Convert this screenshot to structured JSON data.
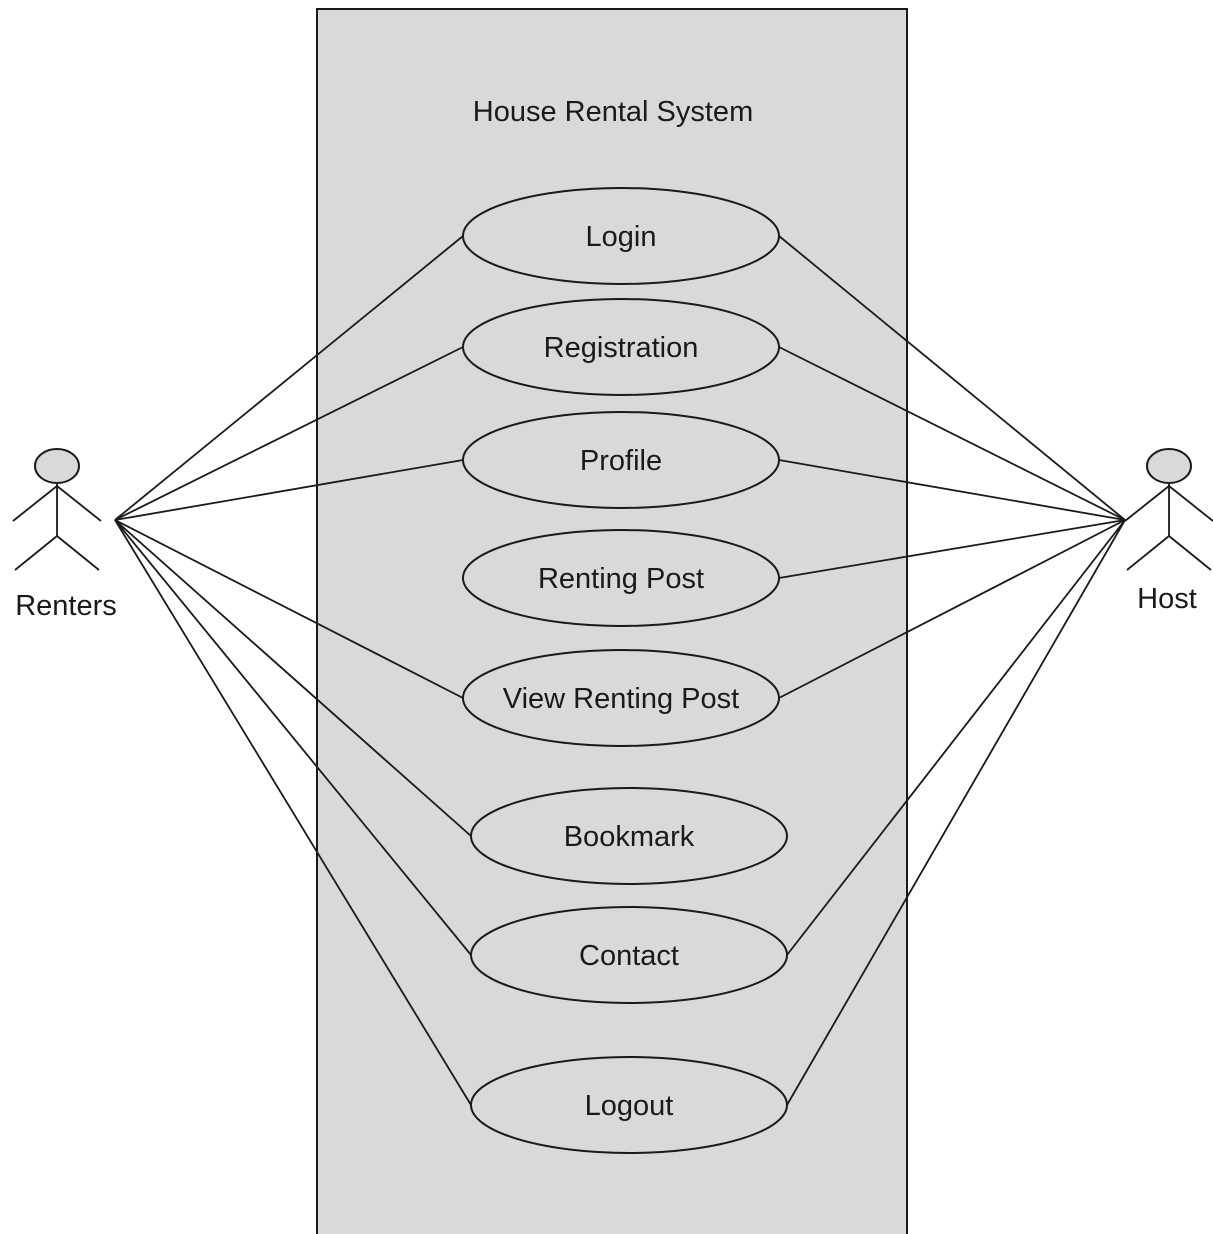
{
  "system": {
    "title": "House Rental System"
  },
  "actors": [
    {
      "id": "renters",
      "label": "Renters"
    },
    {
      "id": "host",
      "label": "Host"
    }
  ],
  "use_cases": [
    {
      "id": "login",
      "label": "Login"
    },
    {
      "id": "registration",
      "label": "Registration"
    },
    {
      "id": "profile",
      "label": "Profile"
    },
    {
      "id": "renting-post",
      "label": "Renting Post"
    },
    {
      "id": "view-renting-post",
      "label": "View Renting Post"
    },
    {
      "id": "bookmark",
      "label": "Bookmark"
    },
    {
      "id": "contact",
      "label": "Contact"
    },
    {
      "id": "logout",
      "label": "Logout"
    }
  ],
  "associations": [
    {
      "actor": "renters",
      "use_case": "login"
    },
    {
      "actor": "renters",
      "use_case": "registration"
    },
    {
      "actor": "renters",
      "use_case": "profile"
    },
    {
      "actor": "renters",
      "use_case": "view-renting-post"
    },
    {
      "actor": "renters",
      "use_case": "bookmark"
    },
    {
      "actor": "renters",
      "use_case": "contact"
    },
    {
      "actor": "renters",
      "use_case": "logout"
    },
    {
      "actor": "host",
      "use_case": "login"
    },
    {
      "actor": "host",
      "use_case": "registration"
    },
    {
      "actor": "host",
      "use_case": "profile"
    },
    {
      "actor": "host",
      "use_case": "renting-post"
    },
    {
      "actor": "host",
      "use_case": "view-renting-post"
    },
    {
      "actor": "host",
      "use_case": "contact"
    },
    {
      "actor": "host",
      "use_case": "logout"
    }
  ],
  "colors": {
    "fill": "#d9d9d9",
    "stroke": "#1a1a1a",
    "background": "#ffffff"
  }
}
